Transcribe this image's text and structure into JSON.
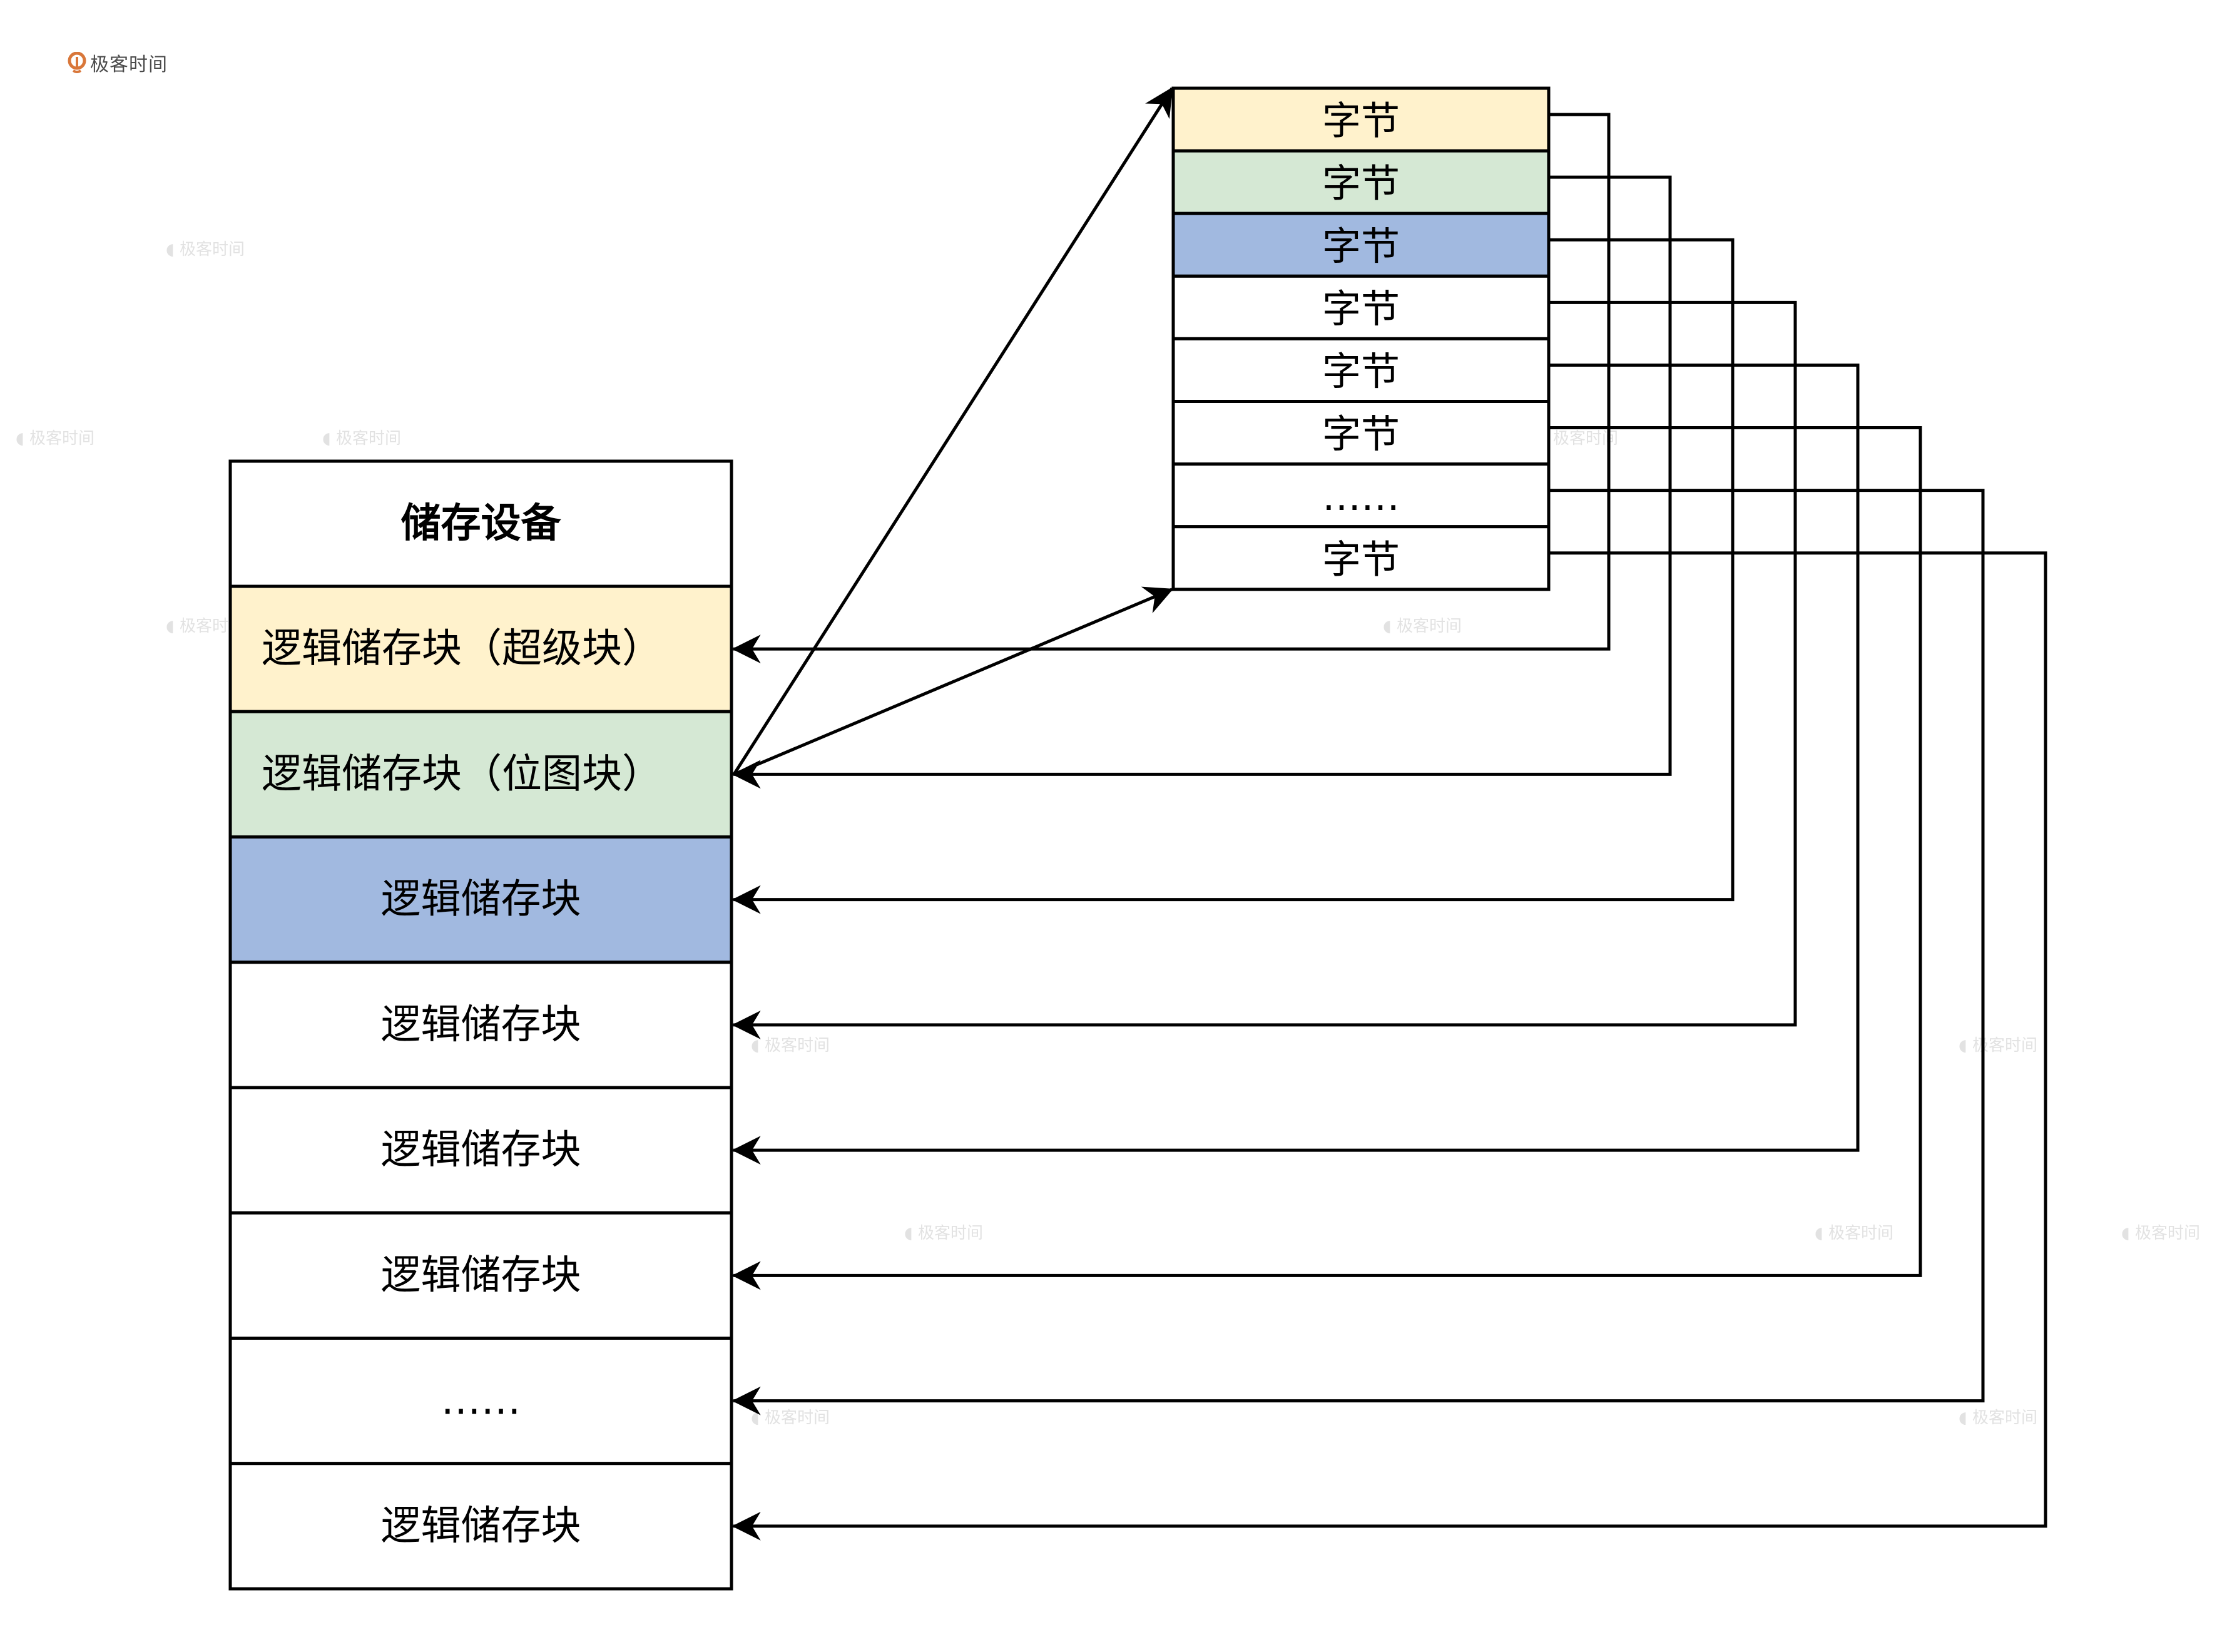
{
  "logo": {
    "text": "极客时间",
    "icon": "geektime-logo-icon"
  },
  "watermark": {
    "text": "极客时间"
  },
  "colors": {
    "superblock": "#FFF2CC",
    "bitmap": "#D5E8D4",
    "data_block": "#A1B9E0",
    "plain": "#FFFFFF",
    "stroke": "#000000"
  },
  "storage_device": {
    "title": "储存设备",
    "rows": [
      {
        "label": "逻辑储存块（超级块）",
        "fill": "superblock",
        "align": "left"
      },
      {
        "label": "逻辑储存块（位图块）",
        "fill": "bitmap",
        "align": "left"
      },
      {
        "label": "逻辑储存块",
        "fill": "data_block",
        "align": "center"
      },
      {
        "label": "逻辑储存块",
        "fill": "plain",
        "align": "center"
      },
      {
        "label": "逻辑储存块",
        "fill": "plain",
        "align": "center"
      },
      {
        "label": "逻辑储存块",
        "fill": "plain",
        "align": "center"
      },
      {
        "label": "……",
        "fill": "plain",
        "align": "center"
      },
      {
        "label": "逻辑储存块",
        "fill": "plain",
        "align": "center"
      }
    ]
  },
  "bitmap_bytes": {
    "rows": [
      {
        "label": "字节",
        "fill": "superblock"
      },
      {
        "label": "字节",
        "fill": "bitmap"
      },
      {
        "label": "字节",
        "fill": "data_block"
      },
      {
        "label": "字节",
        "fill": "plain"
      },
      {
        "label": "字节",
        "fill": "plain"
      },
      {
        "label": "字节",
        "fill": "plain"
      },
      {
        "label": "……",
        "fill": "plain"
      },
      {
        "label": "字节",
        "fill": "plain"
      }
    ]
  },
  "edges": {
    "byte_to_block": [
      0,
      1,
      2,
      3,
      4,
      5,
      6,
      7
    ],
    "zoom_source_row": 1
  }
}
